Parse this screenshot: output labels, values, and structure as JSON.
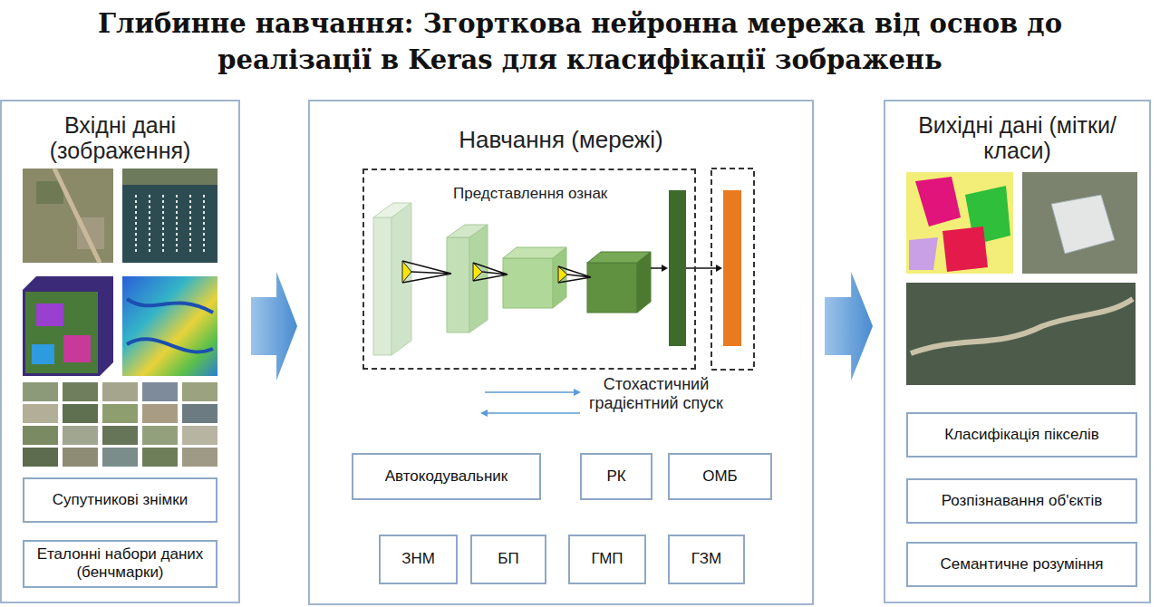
{
  "diagram": {
    "title": "Глибинне навчання: Згорткова нейронна мережа від основ до реалізації в Keras для класифікації зображень",
    "nodes": [
      {
        "text": [
          "Вхідні дані (зображення)"
        ]
      },
      {
        "text": [
          "Супутникові знімки"
        ],
        "in": 0
      },
      {
        "text": [
          "Еталонні набори даних (бенчмарки)"
        ],
        "in": 0
      },
      {
        "text": [
          "Навчання (мережі)"
        ]
      },
      {
        "text": [
          "Представлення ознак"
        ],
        "in": 3
      },
      {
        "text": [
          "Автокодувальник"
        ],
        "in": 3
      },
      {
        "text": [
          "РК"
        ],
        "in": 3
      },
      {
        "text": [
          "ОМБ"
        ],
        "in": 3
      },
      {
        "text": [
          "ЗНМ"
        ],
        "in": 3
      },
      {
        "text": [
          "БП"
        ],
        "in": 3
      },
      {
        "text": [
          "ГМП"
        ],
        "in": 3
      },
      {
        "text": [
          "ГЗМ"
        ],
        "in": 3
      },
      {
        "text": [
          "Вихідні дані (мітки/класи)"
        ]
      },
      {
        "text": [
          "Класифікація пікселів"
        ],
        "in": 12
      },
      {
        "text": [
          "Розпізнавання об'єктів"
        ],
        "in": 12
      },
      {
        "text": [
          "Семантичне розуміння"
        ],
        "in": 12
      }
    ],
    "edges": [
      {
        "from": 0,
        "to": 3,
        "arrow": "to"
      },
      {
        "from": 3,
        "to": 12,
        "arrow": "to"
      }
    ],
    "labels": [
      "Стохастичний градієнтний спуск"
    ]
  }
}
